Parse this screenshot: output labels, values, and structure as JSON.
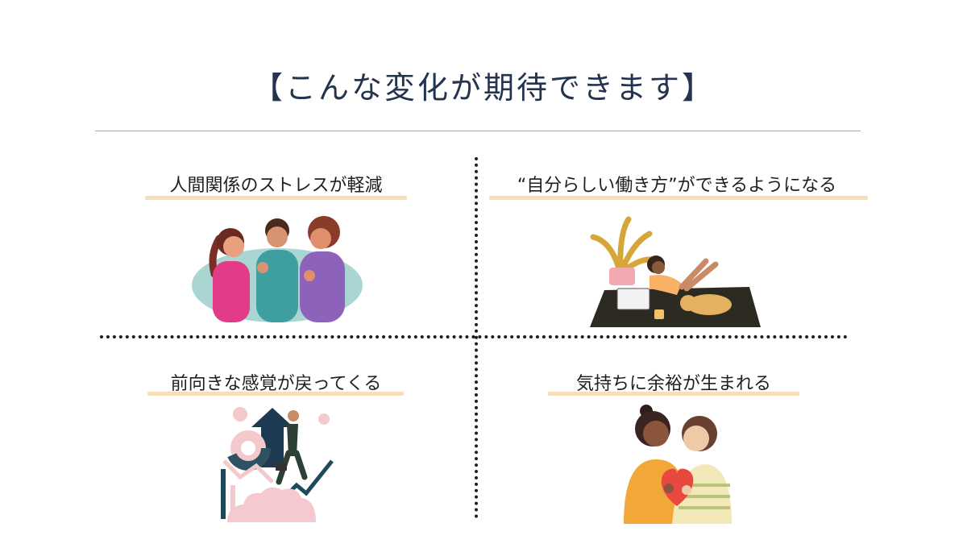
{
  "title": "【こんな変化が期待できます】",
  "quadrants": [
    {
      "heading": "人間関係のストレスが軽減",
      "illustration": "people-talking-illustration"
    },
    {
      "heading": "“自分らしい働き方”ができるようになる",
      "illustration": "remote-work-illustration"
    },
    {
      "heading": "前向きな感覚が戻ってくる",
      "illustration": "growth-success-illustration"
    },
    {
      "heading": "気持ちに余裕が生まれる",
      "illustration": "heart-friends-illustration"
    }
  ],
  "colors": {
    "title": "#24344f",
    "underline": "#f6dfb8",
    "divider": "#1f1f1f"
  }
}
